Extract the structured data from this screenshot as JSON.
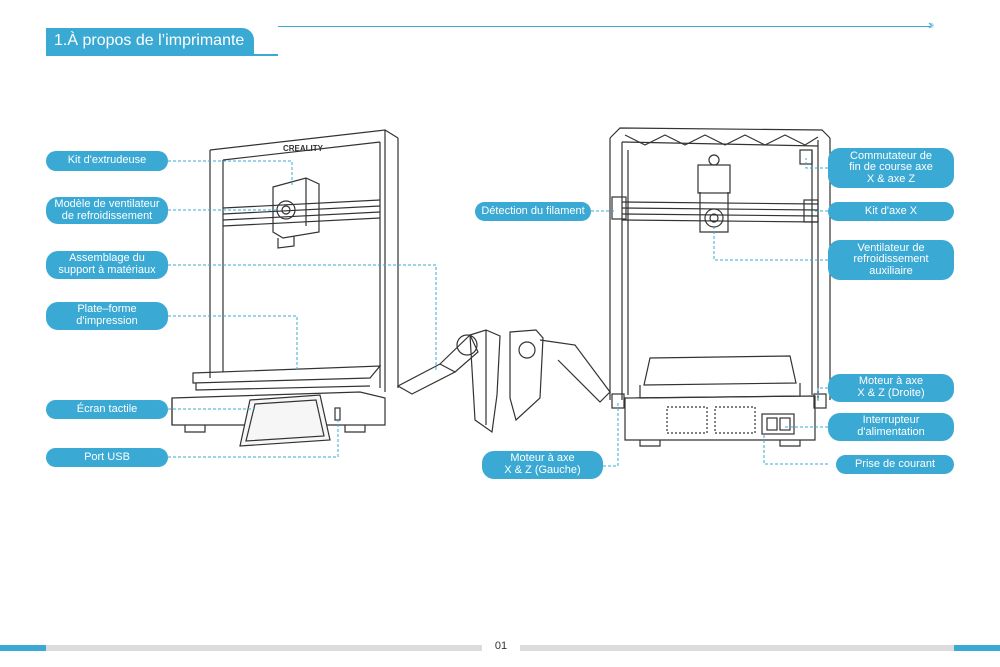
{
  "section_title": "1.À propos de l’imprimante",
  "logo_text": "CREALITY",
  "labels": {
    "kit_extrudeuse": "Kit d'extrudeuse",
    "modele_ventilateur": "Modèle de ventilateur\nde refroidissement",
    "assemblage_support": "Assemblage du\nsupport à matériaux",
    "plate_forme": "Plate–forme\nd'impression",
    "ecran_tactile": "Écran tactile",
    "port_usb": "Port USB",
    "detection_filament": "Détection du filament",
    "moteur_gauche": "Moteur à axe\nX & Z (Gauche)",
    "commutateur": "Commutateur de\nfin de course axe\nX & axe Z",
    "kit_axe_x": "Kit d'axe X",
    "ventilateur_aux": "Ventilateur de\nrefroidissement\nauxiliaire",
    "moteur_droite": "Moteur à axe\nX & Z (Droite)",
    "interrupteur": "Interrupteur\nd'alimentation",
    "prise_courant": "Prise de courant"
  },
  "page_number": "01",
  "colors": {
    "accent": "#3aa9d4",
    "line": "#333333",
    "grey": "#dcdcdc"
  }
}
